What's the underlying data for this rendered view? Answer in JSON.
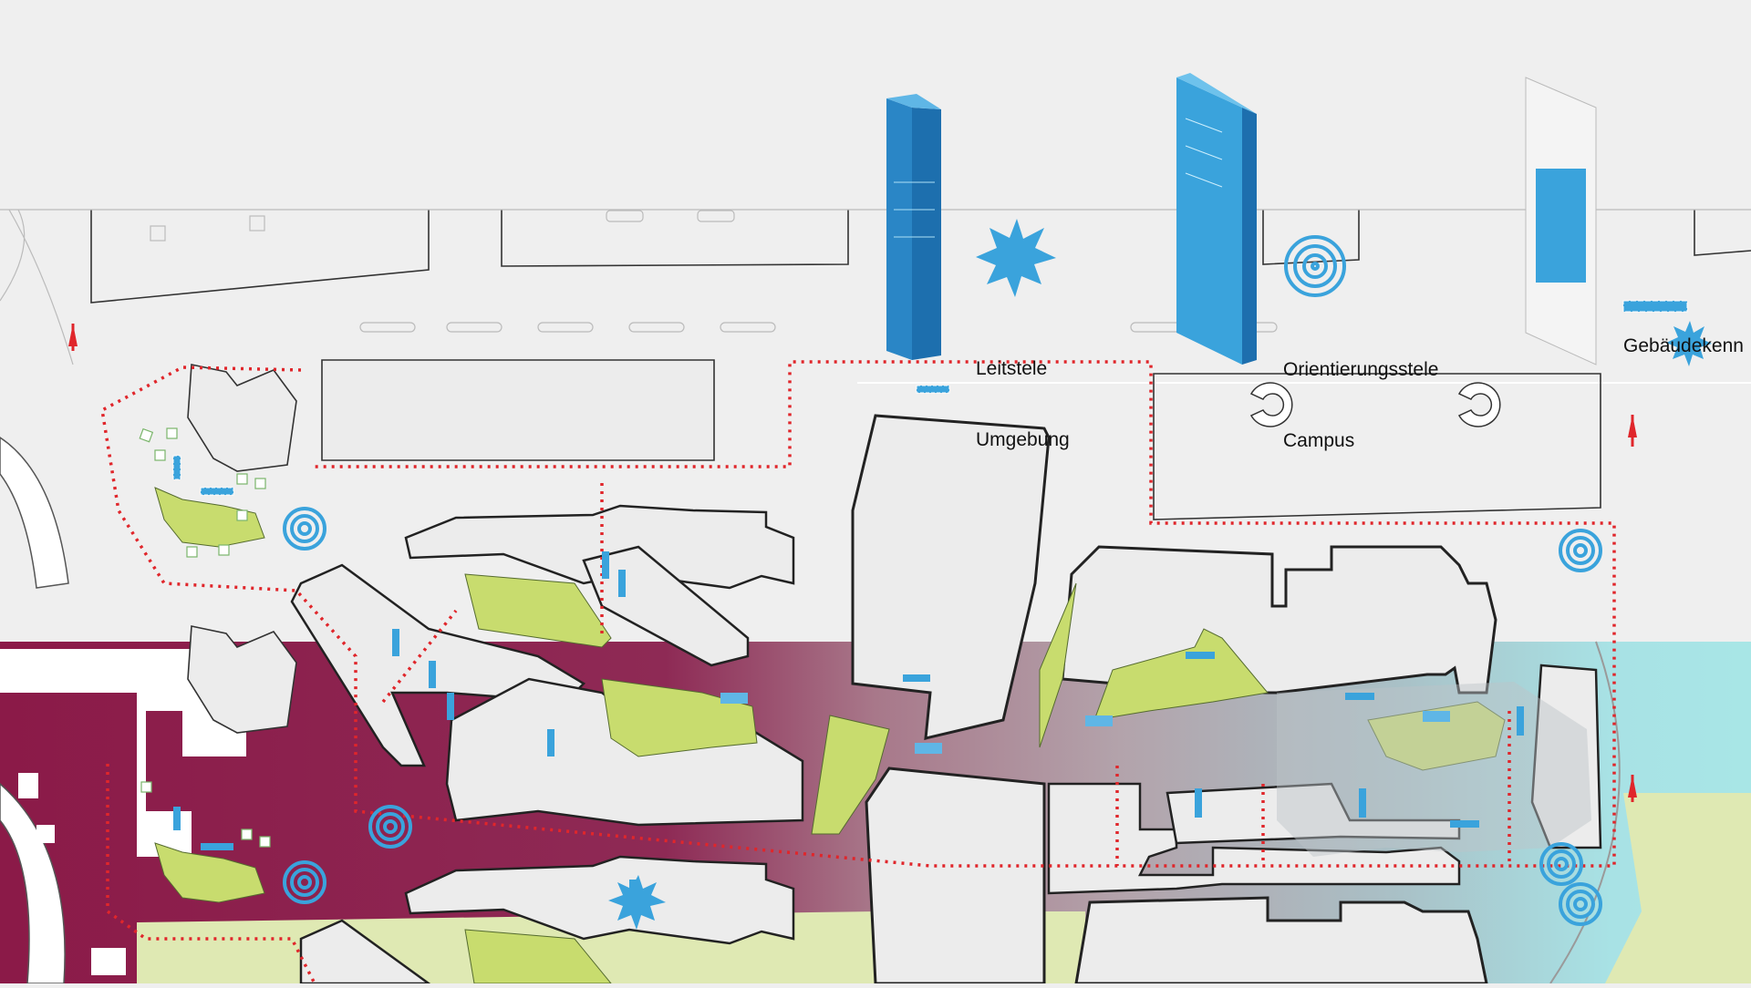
{
  "labels": {
    "leitstele_line1": "Leitstele",
    "leitstele_line2": "Umgebung",
    "orient_line1": "Orientierungsstele",
    "orient_line2": "Campus",
    "gebaeude": "Gebäudekenn"
  },
  "colors": {
    "background": "#efefef",
    "sign_blue": "#3aa3dc",
    "sign_blue_dark": "#1d6fae",
    "route_red": "#e0262b",
    "green_area": "#c8dc6e",
    "plaza_maroon": "#8b1a48",
    "plaza_cyan": "#a8e4e6",
    "light_green": "#dfe9b3",
    "building_fill": "#ececec"
  },
  "icons": [
    "starburst-icon",
    "target-icon",
    "arrow-up-icon",
    "bench-marker-icon"
  ]
}
